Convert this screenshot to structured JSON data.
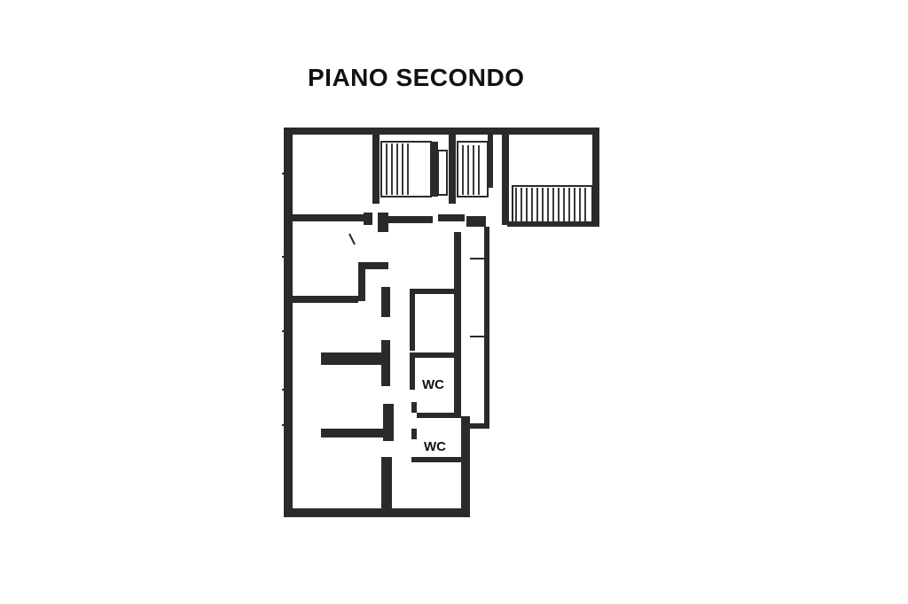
{
  "title": "PIANO SECONDO",
  "rooms": [
    {
      "id": "wc-1",
      "label": "WC"
    },
    {
      "id": "wc-2",
      "label": "WC"
    }
  ],
  "colors": {
    "ink": "#2a2a2a",
    "background": "#ffffff"
  }
}
